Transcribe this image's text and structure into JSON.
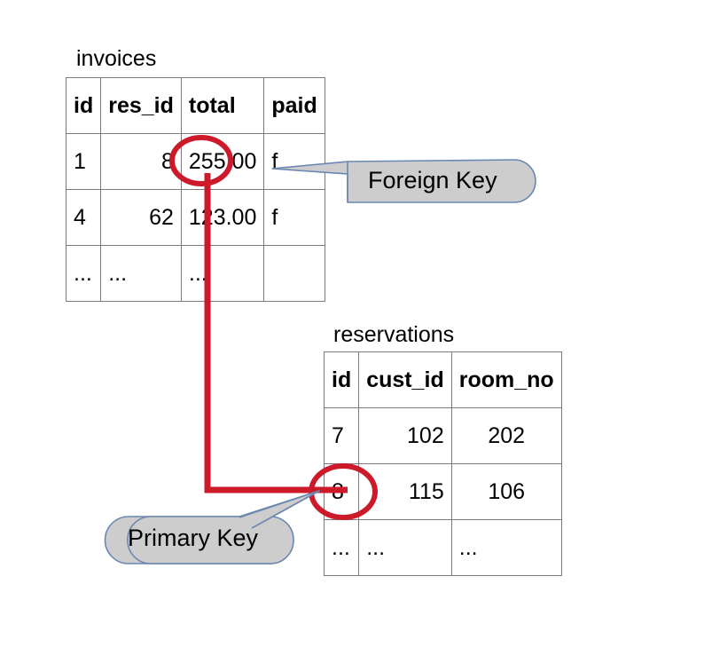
{
  "diagram": {
    "title_invoices": "invoices",
    "title_reservations": "reservations",
    "accent_red": "#CC1A2B",
    "callout_fill": "#CDCDCD",
    "callout_stroke": "#6A87B0",
    "grid_stroke": "#7A7A7A"
  },
  "invoices": {
    "caption": "invoices",
    "columns": [
      "id",
      "res_id",
      "total",
      "paid"
    ],
    "rows": [
      {
        "id": "1",
        "res_id": "8",
        "total": "255.00",
        "paid": "f"
      },
      {
        "id": "4",
        "res_id": "62",
        "total": "123.00",
        "paid": "f"
      },
      {
        "id": "...",
        "res_id": "...",
        "total": "...",
        "paid": ""
      }
    ]
  },
  "reservations": {
    "caption": "reservations",
    "columns": [
      "id",
      "cust_id",
      "room_no"
    ],
    "rows": [
      {
        "id": "7",
        "cust_id": "102",
        "room_no": "202"
      },
      {
        "id": "8",
        "cust_id": "115",
        "room_no": "106"
      },
      {
        "id": "...",
        "cust_id": "...",
        "room_no": "..."
      }
    ]
  },
  "callouts": {
    "foreign_key": "Foreign Key",
    "primary_key": "Primary Key"
  },
  "highlights": {
    "foreign_key_value": "8",
    "primary_key_value": "8"
  }
}
